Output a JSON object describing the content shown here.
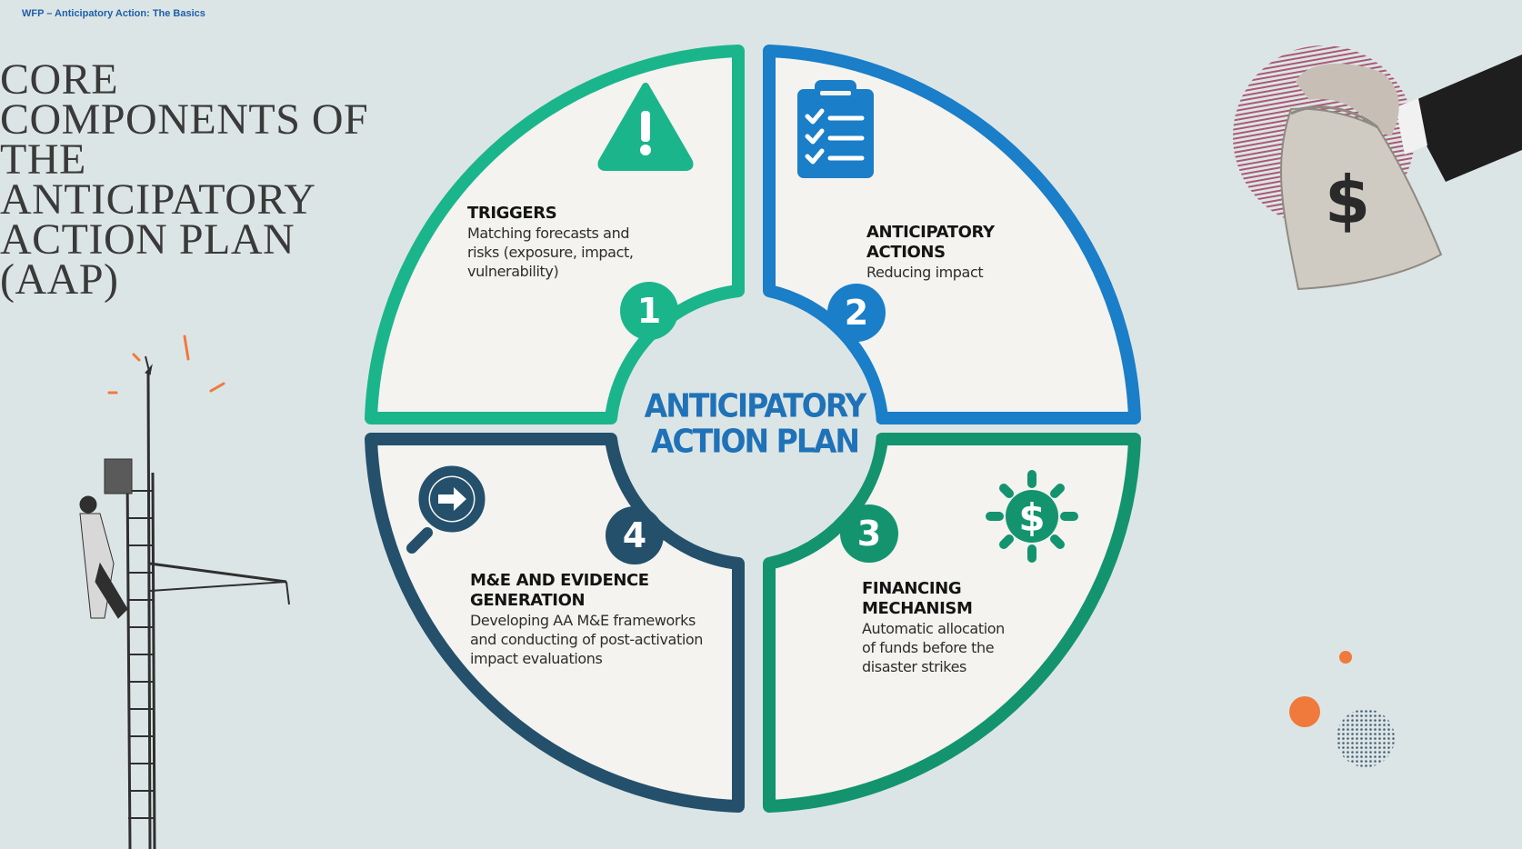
{
  "header": {
    "text": "WFP – Anticipatory Action: The Basics"
  },
  "title": {
    "lines": [
      "CORE",
      "COMPONENTS OF",
      "THE",
      "ANTICIPATORY",
      "ACTION PLAN",
      "(AAP)"
    ]
  },
  "center": {
    "line1": "ANTICIPATORY",
    "line2": "ACTION PLAN"
  },
  "colors": {
    "triggers": "#1bb58c",
    "actions": "#1a7ec8",
    "financing": "#13946e",
    "evidence": "#24506b",
    "center_text": "#1f72b7",
    "background": "#dce5e5",
    "accent_orange": "#ef7a3c"
  },
  "quadrants": [
    {
      "number": "1",
      "heading": "TRIGGERS",
      "desc_lines": [
        "Matching forecasts and",
        "risks (exposure, impact,",
        "vulnerability)"
      ],
      "icon": "warning-icon"
    },
    {
      "number": "2",
      "heading_lines": [
        "ANTICIPATORY",
        "ACTIONS"
      ],
      "desc_lines": [
        "Reducing impact"
      ],
      "icon": "clipboard-checklist-icon"
    },
    {
      "number": "3",
      "heading_lines": [
        "FINANCING",
        "MECHANISM"
      ],
      "desc_lines": [
        "Automatic allocation",
        "of funds before the",
        "disaster strikes"
      ],
      "icon": "dollar-sun-icon"
    },
    {
      "number": "4",
      "heading_lines": [
        "M&E AND EVIDENCE",
        "GENERATION"
      ],
      "desc_lines": [
        "Developing AA M&E frameworks",
        "and conducting of post-activation",
        "impact evaluations"
      ],
      "icon": "magnifier-arrow-icon"
    }
  ],
  "decor": {
    "money_bag_symbol": "$"
  }
}
